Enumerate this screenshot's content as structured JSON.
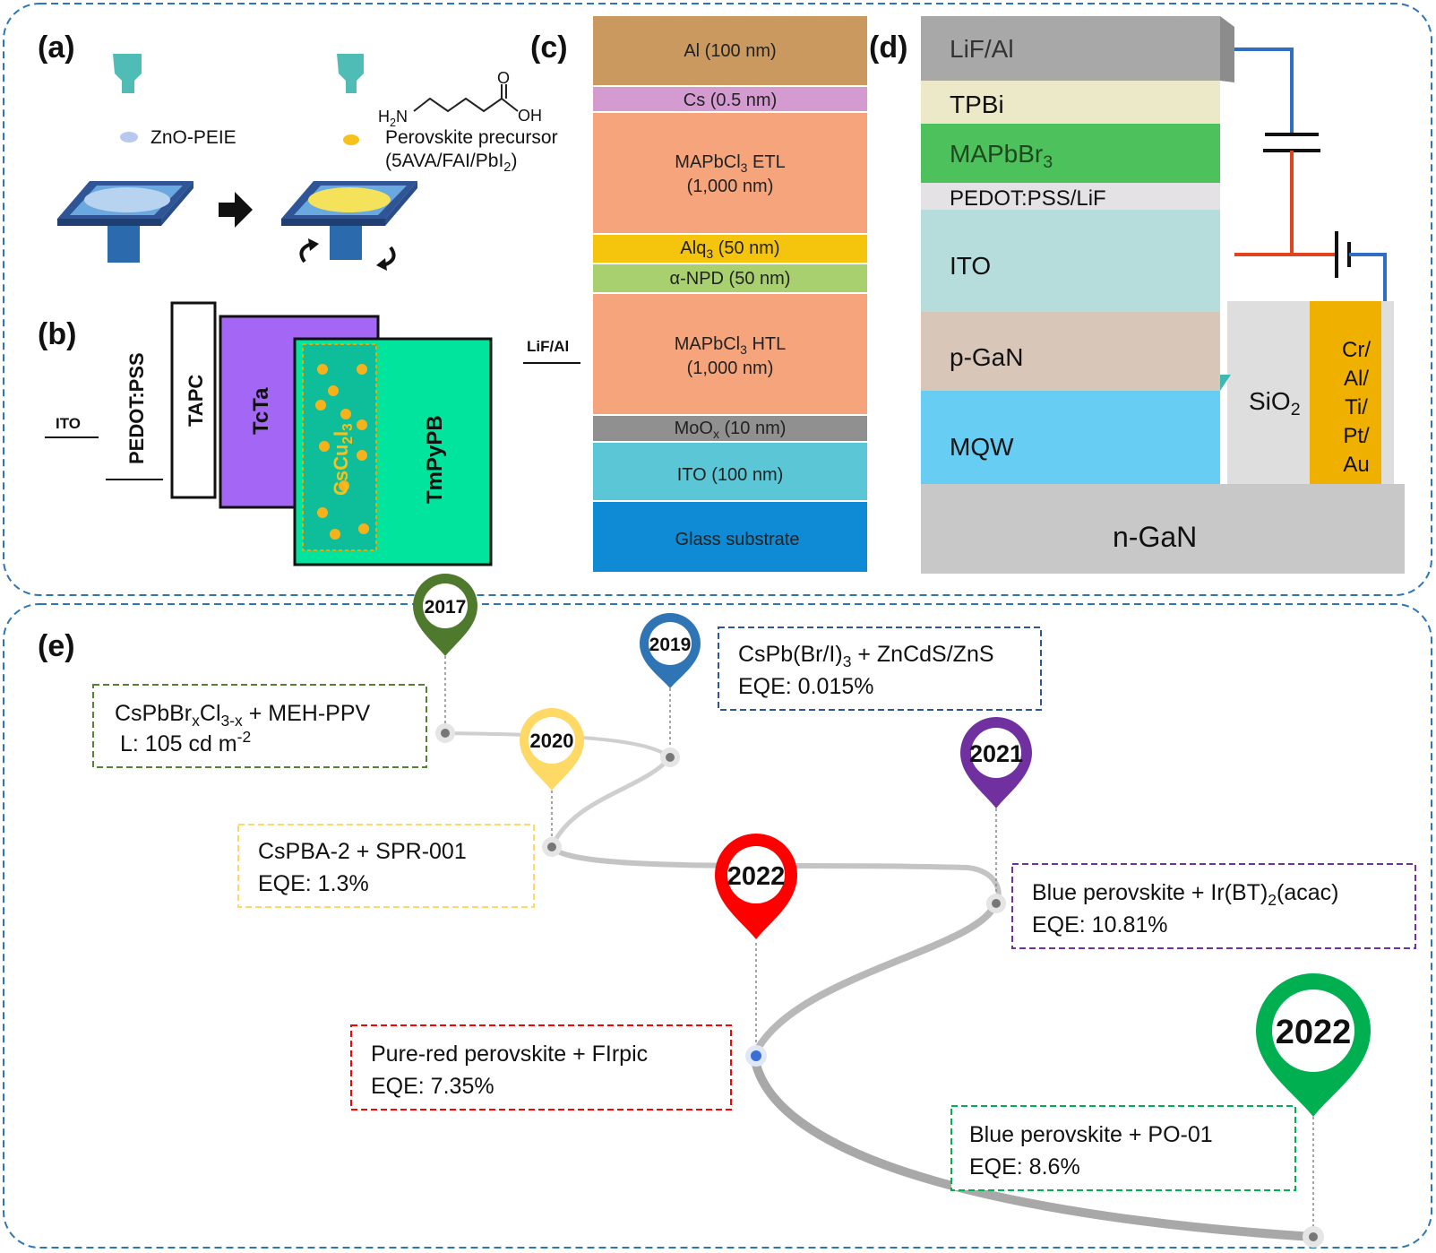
{
  "panels": {
    "a": "(a)",
    "b": "(b)",
    "c": "(c)",
    "d": "(d)",
    "e": "(e)"
  },
  "panel_a": {
    "zno": "ZnO-PEIE",
    "h2n": "H",
    "h2n_sub": "2",
    "h2n_n": "N",
    "o": "O",
    "oh": "OH",
    "precursor": "Perovskite precursor",
    "precursor2_pre": "(5AVA/FAI/PbI",
    "precursor2_sub": "2",
    "precursor2_post": ")"
  },
  "panel_b": {
    "ito": "ITO",
    "pedot": "PEDOT:PSS",
    "tapc": "TAPC",
    "tcta": "TcTa",
    "cscu_pre": "CsCu",
    "cscu_s1": "2",
    "cscu_i": "I",
    "cscu_s2": "3",
    "tmpypb": "TmPyPB",
    "lif": "LiF/Al"
  },
  "panel_c": {
    "al": "Al (100 nm)",
    "cs": "Cs (0.5 nm)",
    "etl1_pre": "MAPbCl",
    "etl1_sub": "3",
    "etl1_post": " ETL",
    "etl2": "(1,000 nm)",
    "alq_pre": "Alq",
    "alq_sub": "3",
    "alq_post": " (50 nm)",
    "npd": "α-NPD (50 nm)",
    "htl1_pre": "MAPbCl",
    "htl1_sub": "3",
    "htl1_post": " HTL",
    "htl2": "(1,000 nm)",
    "moo_pre": "MoO",
    "moo_sub": "x",
    "moo_post": " (10 nm)",
    "ito": "ITO (100 nm)",
    "glass": "Glass substrate"
  },
  "panel_d": {
    "lif": "LiF/Al",
    "tpbi": "TPBi",
    "mapb_pre": "MAPbBr",
    "mapb_sub": "3",
    "pedot": "PEDOT:PSS/LiF",
    "ito": "ITO",
    "pgan": "p-GaN",
    "mqw": "MQW",
    "sio_pre": "SiO",
    "sio_sub": "2",
    "metal1": "Cr/",
    "metal2": "Al/",
    "metal3": "Ti/",
    "metal4": "Pt/",
    "metal5": "Au",
    "ngan": "n-GaN"
  },
  "timeline": {
    "pins": [
      {
        "year": "2017",
        "color": "#4f7a2e"
      },
      {
        "year": "2019",
        "color": "#2f75b5"
      },
      {
        "year": "2020",
        "color": "#ffd966"
      },
      {
        "year": "2021",
        "color": "#7030a0"
      },
      {
        "year": "2022",
        "color": "#ff0000"
      },
      {
        "year": "2022",
        "color": "#00b050"
      }
    ],
    "boxes": {
      "b2017_l1_pre": "CsPbBr",
      "b2017_l1_s1": "x",
      "b2017_l1_mid": "Cl",
      "b2017_l1_s2": "3-x",
      "b2017_l1_post": " + MEH-PPV",
      "b2017_l2_pre": "L: 105 cd m",
      "b2017_l2_sup": "-2",
      "b2019_l1_pre": "CsPb(Br/I)",
      "b2019_l1_sub": "3",
      "b2019_l1_post": " + ZnCdS/ZnS",
      "b2019_l2": "EQE: 0.015%",
      "b2020_l1": "CsPBA-2 + SPR-001",
      "b2020_l2": "EQE: 1.3%",
      "b2021_l1_pre": "Blue perovskite + Ir(BT)",
      "b2021_l1_sub": "2",
      "b2021_l1_post": "(acac)",
      "b2021_l2": "EQE: 10.81%",
      "b2022r_l1": "Pure-red perovskite + FIrpic",
      "b2022r_l2": "EQE: 7.35%",
      "b2022g_l1": "Blue perovskite + PO-01",
      "b2022g_l2": "EQE: 8.6%"
    }
  }
}
